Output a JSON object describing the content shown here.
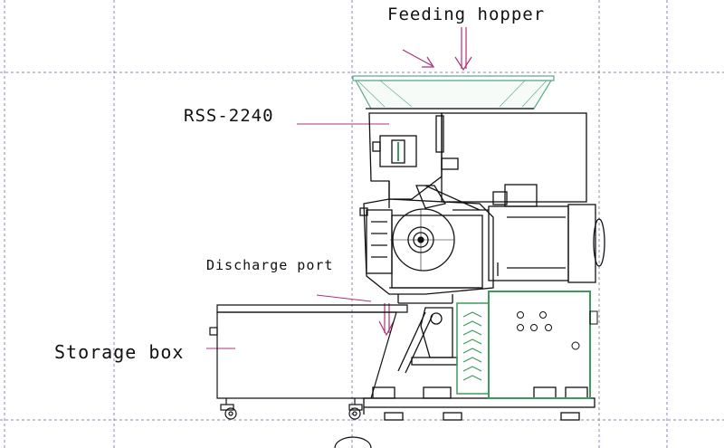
{
  "labels": {
    "feeding_hopper": "Feeding hopper",
    "model": "RSS-2240",
    "discharge_port": "Discharge port",
    "storage_box": "Storage box"
  },
  "colors": {
    "guide_lines": "#8a8ab0",
    "leader_lines": "#b0307a",
    "hopper": "#5aa88a",
    "control_box": "#3d9a5a",
    "machine_outline": "#111111",
    "text": "#111111"
  }
}
